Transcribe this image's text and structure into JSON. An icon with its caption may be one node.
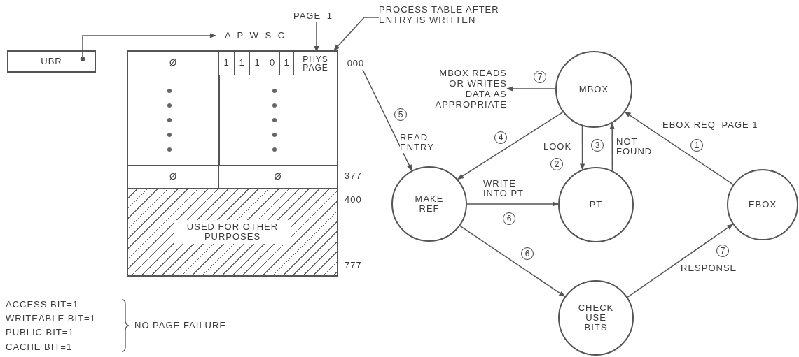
{
  "diagram": {
    "nodes": [
      {
        "text": [
          "A P W S C"
        ]
      },
      {
        "text": [
          "PAGE 1"
        ]
      },
      {
        "text": [
          "PROCESS TABLE AFTER ENTRY IS WRITTEN"
        ]
      },
      {
        "text": [
          "UBR"
        ]
      },
      {
        "text": [],
        "shape": "box"
      },
      {
        "text": [
          "Ø"
        ],
        "in": 4
      },
      {
        "text": [
          "1"
        ],
        "in": 4
      },
      {
        "text": [
          "1"
        ],
        "in": 4
      },
      {
        "text": [
          "1"
        ],
        "in": 4
      },
      {
        "text": [
          "0"
        ],
        "in": 4
      },
      {
        "text": [
          "1"
        ],
        "in": 4
      },
      {
        "text": [
          "PHYS PAGE"
        ],
        "in": 4
      },
      {
        "text": [
          "000"
        ]
      },
      {
        "text": [
          "Ø"
        ],
        "in": 4
      },
      {
        "text": [
          "Ø"
        ],
        "in": 4
      },
      {
        "text": [
          "USED FOR OTHER PURPOSES"
        ],
        "in": 4
      },
      {
        "text": [
          "MBOX READS OR WRITES DATA AS APPROPRIATE"
        ]
      },
      {
        "text": [
          "MBOX"
        ]
      },
      {
        "text": [
          "MAKE REF"
        ]
      },
      {
        "text": [
          "PT"
        ]
      },
      {
        "text": [
          "EBOX"
        ]
      },
      {
        "text": [
          "CHECK USE BITS"
        ]
      }
    ],
    "edges": [
      {
        "from": 3,
        "to": 0,
        "arrow": "to"
      },
      {
        "from": 1,
        "to": 11,
        "arrow": "to"
      },
      {
        "from": 2,
        "to": 4,
        "arrow": "to"
      },
      {
        "from": 20,
        "to": 17,
        "arrow": "to",
        "label": "EBOX REQ=PAGE 1"
      },
      {
        "from": 17,
        "to": 19,
        "arrow": "to",
        "label": "LOOK"
      },
      {
        "from": 19,
        "to": 17,
        "arrow": "to",
        "label": "NOT FOUND"
      },
      {
        "from": 17,
        "to": 18,
        "arrow": "to"
      },
      {
        "from": 12,
        "to": 18,
        "arrow": "to",
        "label": "READ ENTRY"
      },
      {
        "from": 18,
        "to": 19,
        "arrow": "to",
        "label": "WRITE INTO PT"
      },
      {
        "from": 18,
        "to": 21,
        "arrow": "to"
      },
      {
        "from": 21,
        "to": 20,
        "arrow": "to",
        "label": "RESPONSE"
      },
      {
        "from": 17,
        "to": 16,
        "arrow": "to"
      }
    ],
    "labels": [
      "7",
      "5",
      "4",
      "1",
      "3",
      "2",
      "377",
      "400",
      "6",
      "7",
      "6",
      "777",
      "ACCESS BIT=1",
      "WRITEABLE BIT=1",
      "PUBLIC BIT=1",
      "CACHE BIT=1",
      "NO PAGE FAILURE"
    ]
  }
}
